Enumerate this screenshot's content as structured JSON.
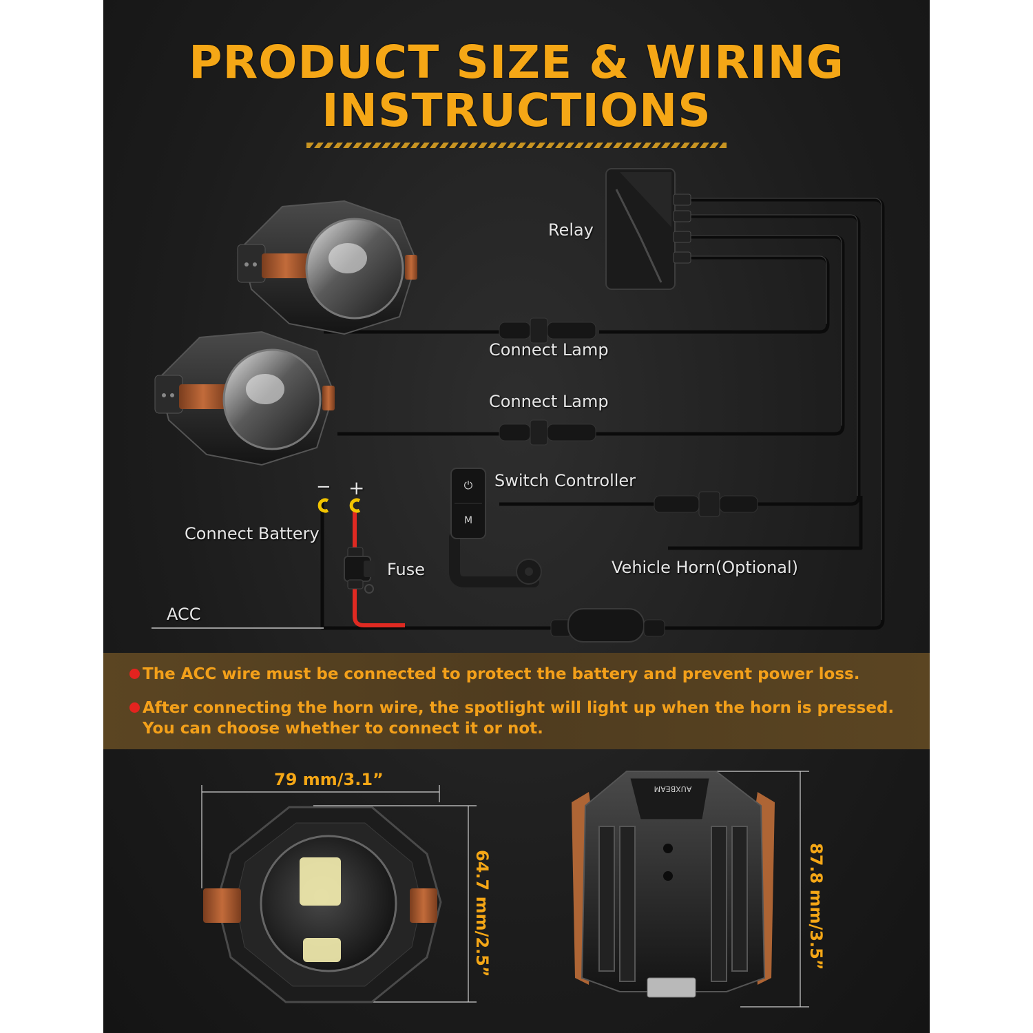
{
  "title": {
    "line1": "PRODUCT SIZE & WIRING",
    "line2": "INSTRUCTIONS"
  },
  "labels": {
    "relay": "Relay",
    "connect_lamp_1": "Connect Lamp",
    "connect_lamp_2": "Connect Lamp",
    "switch_controller": "Switch Controller",
    "connect_battery": "Connect Battery",
    "fuse": "Fuse",
    "vehicle_horn": "Vehicle Horn(Optional)",
    "acc": "ACC",
    "minus": "−",
    "plus": "+"
  },
  "switch_buttons": {
    "power": "⏻",
    "mode": "M"
  },
  "notes": [
    "The ACC wire must be connected to protect the battery and prevent power loss.",
    "After connecting the horn wire, the spotlight will light up when the horn is pressed.",
    "You can choose whether to connect it or not."
  ],
  "dimensions": {
    "width": "79 mm/3.1”",
    "height_front": "64.7 mm/2.5”",
    "height_side": "87.8 mm/3.5”"
  },
  "brand": "AUXBEAM",
  "colors": {
    "accent": "#f5a716",
    "note_text": "#f3a01a",
    "bullet": "#e4231f",
    "positive_wire": "#e02a22",
    "terminal": "#f2c400"
  }
}
